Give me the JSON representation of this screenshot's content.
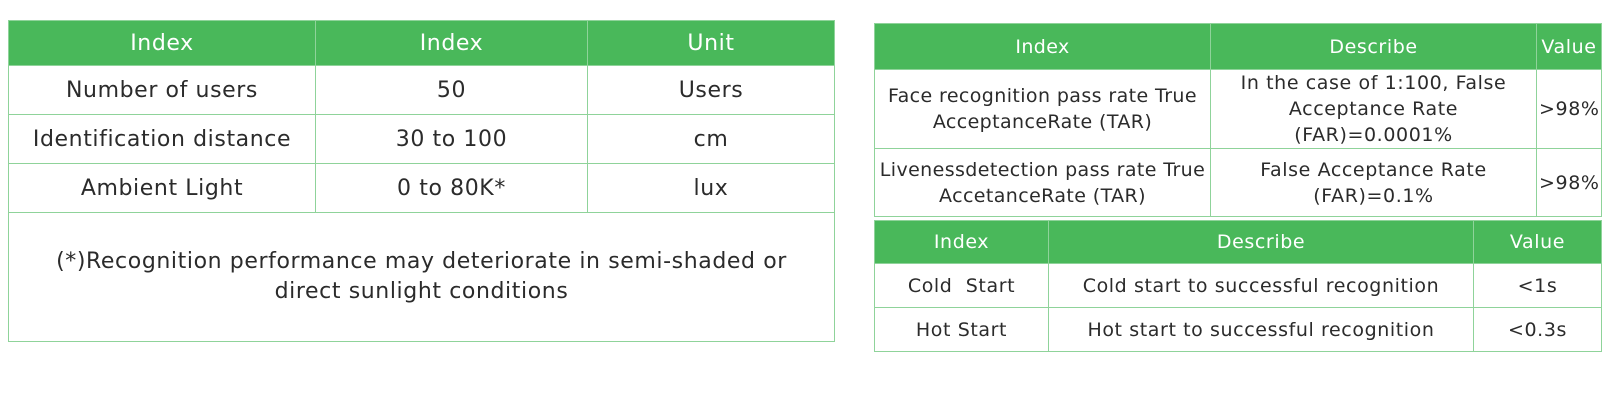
{
  "colors": {
    "header_bg": "#49b85a",
    "border": "#8fd39a",
    "header_text": "#ffffff"
  },
  "performance_table": {
    "headers": [
      "Index",
      "Index",
      "Unit"
    ],
    "rows": [
      [
        "Number of users",
        "50",
        "Users"
      ],
      [
        "Identification distance",
        "30 to 100",
        "cm"
      ],
      [
        "Ambient Light",
        "0 to 80K*",
        "lux"
      ]
    ],
    "note_line1": "(*)Recognition performance may deteriorate in semi-shaded or",
    "note_line2": "direct sunlight conditions"
  },
  "accuracy_table": {
    "headers": [
      "Index",
      "Describe",
      "Value"
    ],
    "rows": [
      {
        "index_line1": "Face recognition pass rate True",
        "index_line2": "AcceptanceRate (TAR)",
        "describe_line1": "In the case of 1:100, False",
        "describe_line2": "Acceptance Rate (FAR)=0.0001%",
        "value": ">98%"
      },
      {
        "index_line1": "Livenessdetection pass rate True",
        "index_line2": "AccetanceRate (TAR)",
        "describe_line1": "False Acceptance Rate (FAR)=0.1%",
        "describe_line2": "",
        "value": ">98%"
      }
    ]
  },
  "start_table": {
    "headers": [
      "Index",
      "Describe",
      "Value"
    ],
    "rows": [
      [
        "Cold  Start",
        "Cold start to successful recognition",
        "<1s"
      ],
      [
        "Hot Start",
        "Hot start to successful recognition",
        "<0.3s"
      ]
    ]
  }
}
